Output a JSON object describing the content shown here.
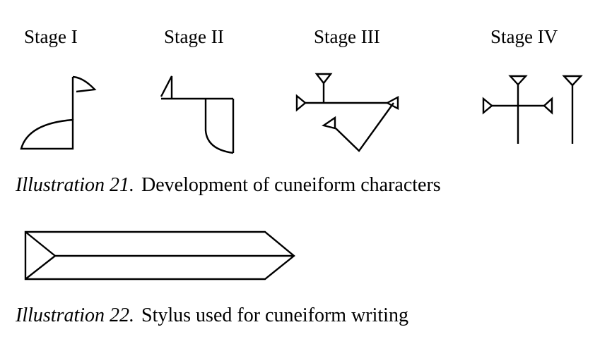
{
  "stages": [
    {
      "label": "Stage I",
      "glyph": "stage-1-glyph"
    },
    {
      "label": "Stage II",
      "glyph": "stage-2-glyph"
    },
    {
      "label": "Stage III",
      "glyph": "stage-3-glyph"
    },
    {
      "label": "Stage IV",
      "glyph": "stage-4-glyph"
    }
  ],
  "illustration21": {
    "label": "Illustration 21.",
    "text": "Development of cuneiform characters"
  },
  "illustration22": {
    "label": "Illustration 22.",
    "text": "Stylus used for cuneiform writing"
  },
  "colors": {
    "ink": "#000000",
    "background": "#ffffff"
  }
}
